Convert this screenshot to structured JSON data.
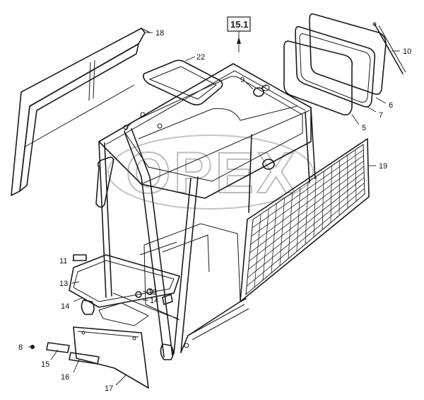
{
  "ref_box": "15.1",
  "watermark": "OPEX",
  "labels": [
    "18",
    "22",
    "10",
    "9",
    "6",
    "7",
    "5",
    "19",
    "11",
    "13",
    "12",
    "14",
    "14",
    "8",
    "15",
    "16",
    "17"
  ]
}
